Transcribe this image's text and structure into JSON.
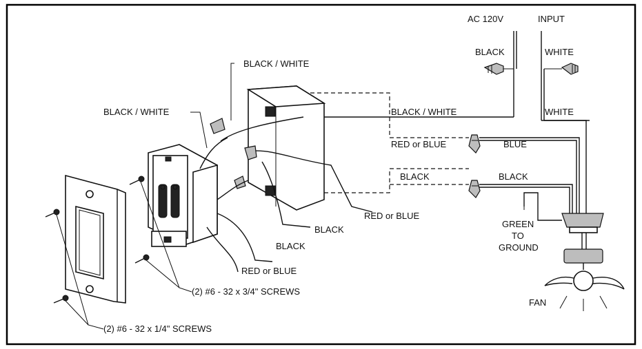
{
  "labels": {
    "ac_input_left": "AC  120V",
    "ac_input_right": "INPUT",
    "input_black": "BLACK",
    "input_white": "WHITE",
    "black_white_top": "BLACK / WHITE",
    "black_white_left": "BLACK / WHITE",
    "black_white_box": "BLACK / WHITE",
    "white_line": "WHITE",
    "red_or_blue_dash": "RED or BLUE",
    "blue": "BLUE",
    "black_dash": "BLACK",
    "black_right": "BLACK",
    "red_or_blue_mid": "RED or BLUE",
    "black_mid1": "BLACK",
    "black_mid2": "BLACK",
    "red_or_blue_low": "RED or BLUE",
    "green": "GREEN",
    "to": "TO",
    "ground": "GROUND",
    "fan": "FAN",
    "screws_34": "(2) #6 - 32 x 3/4\" SCREWS",
    "screws_14": "(2) #6 - 32 x 1/4\" SCREWS"
  },
  "colors": {
    "line": "#111111",
    "frame": "#000000",
    "background": "#ffffff"
  }
}
